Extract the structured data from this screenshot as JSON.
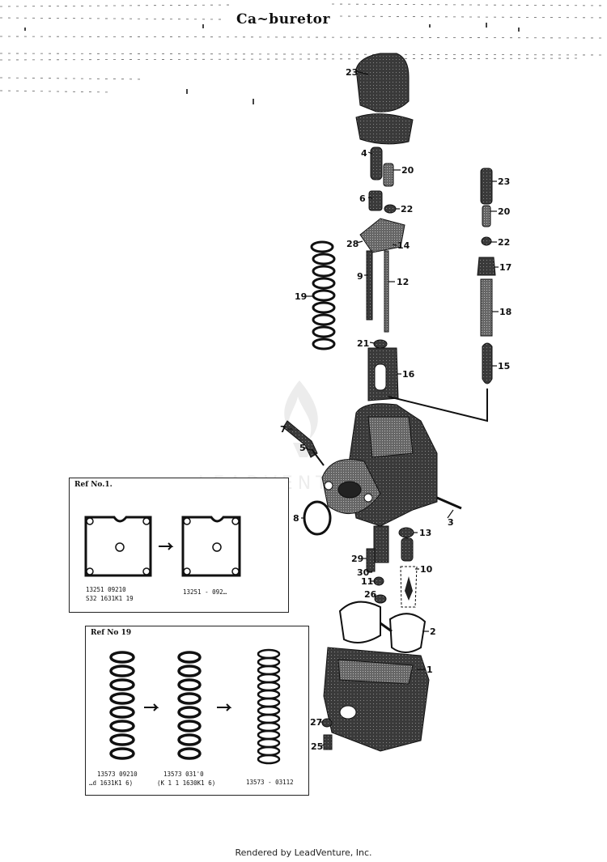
{
  "page": {
    "title": "Ca~buretor"
  },
  "callouts": [
    {
      "id": "c23a",
      "label": "23"
    },
    {
      "id": "c4",
      "label": "4"
    },
    {
      "id": "c20a",
      "label": "20"
    },
    {
      "id": "c6",
      "label": "6"
    },
    {
      "id": "c22a",
      "label": "22"
    },
    {
      "id": "c28",
      "label": "28"
    },
    {
      "id": "c14",
      "label": "14"
    },
    {
      "id": "c9",
      "label": "9"
    },
    {
      "id": "c12",
      "label": "12"
    },
    {
      "id": "c19",
      "label": "19"
    },
    {
      "id": "c21",
      "label": "21"
    },
    {
      "id": "c16",
      "label": "16"
    },
    {
      "id": "c23b",
      "label": "23"
    },
    {
      "id": "c20b",
      "label": "20"
    },
    {
      "id": "c22b",
      "label": "22"
    },
    {
      "id": "c17",
      "label": "17"
    },
    {
      "id": "c18",
      "label": "18"
    },
    {
      "id": "c15",
      "label": "15"
    },
    {
      "id": "c7",
      "label": "7"
    },
    {
      "id": "c5",
      "label": "5"
    },
    {
      "id": "c8",
      "label": "8"
    },
    {
      "id": "c3",
      "label": "3"
    },
    {
      "id": "c13",
      "label": "13"
    },
    {
      "id": "c29",
      "label": "29"
    },
    {
      "id": "c10",
      "label": "10"
    },
    {
      "id": "c30",
      "label": "30"
    },
    {
      "id": "c11",
      "label": "11"
    },
    {
      "id": "c26",
      "label": "26"
    },
    {
      "id": "c2",
      "label": "2"
    },
    {
      "id": "c1",
      "label": "1"
    },
    {
      "id": "c27",
      "label": "27"
    },
    {
      "id": "c25",
      "label": "25"
    }
  ],
  "ref_box_1": {
    "title": "Ref  No.1.",
    "part_left": "13251  09210",
    "part_left_sub": "S32  1631K1  19",
    "part_right": "13251 - 092…"
  },
  "ref_box_19": {
    "title": "Ref  No 19",
    "part_a": "13573  09210",
    "part_a_sub": "…d  1631K1  6)",
    "part_b": "13573  031'0",
    "part_b_sub": "(K 1 1  1630K1  6)",
    "part_c": "13573 - 03112"
  },
  "watermark": {
    "text": "LEADVENTURE"
  },
  "footer": {
    "text": "Rendered by LeadVenture, Inc."
  }
}
